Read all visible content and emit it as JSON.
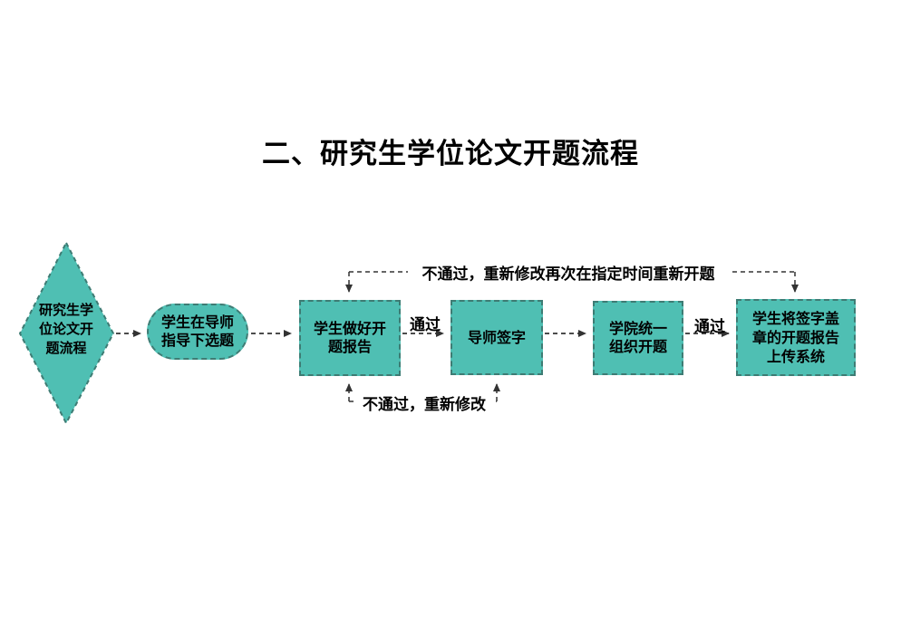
{
  "title": "二、研究生学位论文开题流程",
  "colors": {
    "shape-fill": "#4FBFB3",
    "shape-border": "#3E7C74",
    "line": "#333333",
    "text": "#111111",
    "background": "#ffffff"
  },
  "flowchart": {
    "nodes": {
      "start": {
        "shape": "diamond",
        "label": "研究生学\n位论文开\n题流程"
      },
      "select_topic": {
        "shape": "stadium",
        "label": "学生在导师\n指导下选题"
      },
      "prepare_report": {
        "shape": "rect",
        "label": "学生做好开\n题报告"
      },
      "advisor_sign": {
        "shape": "rect",
        "label": "导师签字"
      },
      "college_organize": {
        "shape": "rect",
        "label": "学院统一\n组织开题"
      },
      "upload_system": {
        "shape": "rect",
        "label": "学生将签字盖\n章的开题报告\n上传系统"
      }
    },
    "edge_labels": {
      "pass_1": "通过",
      "pass_2": "通过",
      "fail_revise_retry": "不通过，重新修改再次在指定时间重新开题",
      "fail_revise": "不通过，重新修改"
    }
  }
}
